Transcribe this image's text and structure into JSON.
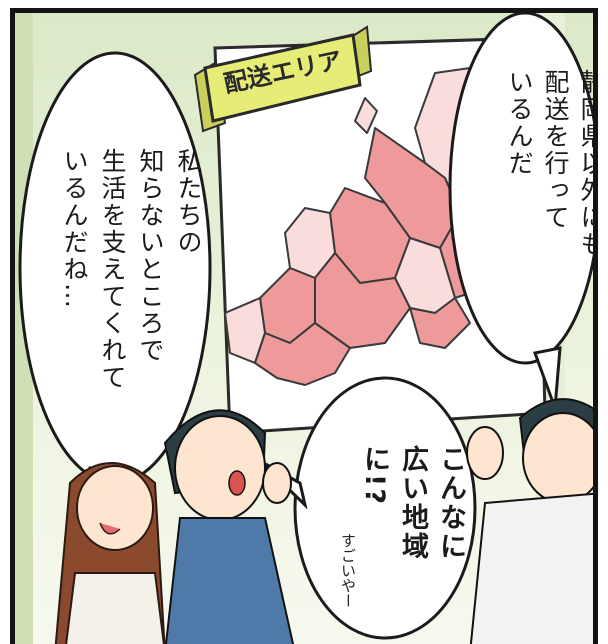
{
  "banner": {
    "label": "配送エリア"
  },
  "bubbles": {
    "left": "私たちの\n知らないところで\n生活を支えてくれて\nいるんだね…",
    "right": "静岡県以外にも\n配送を行って\nいるんだ",
    "middle": "こんなに\n広い地域\nに!?"
  },
  "sfx": {
    "text": "すごいやー"
  },
  "colors": {
    "region_dark": "#ee9a9a",
    "region_light": "#fbdcdc",
    "banner": "#e7ec77",
    "background": "#dbe9c7"
  }
}
